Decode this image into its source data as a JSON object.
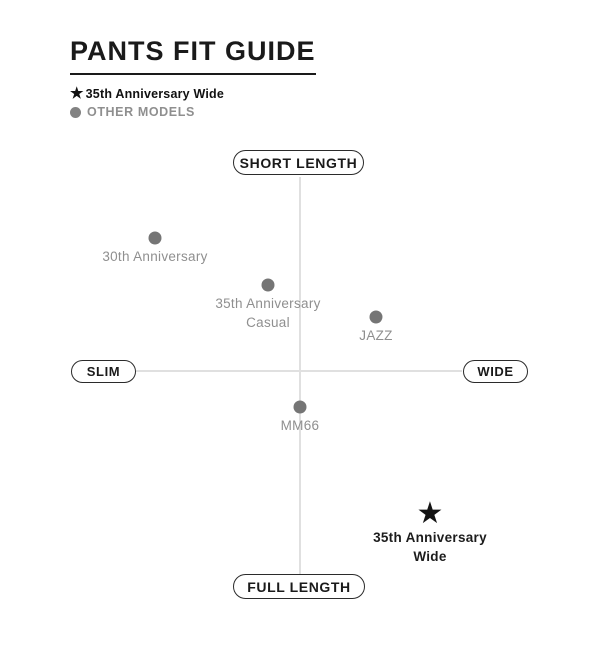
{
  "header": {
    "title": "PANTS FIT GUIDE"
  },
  "legend": {
    "star_item": {
      "icon": "star-icon",
      "label": "35th Anniversary Wide"
    },
    "dot_item": {
      "icon": "dot-icon",
      "label": "OTHER MODELS"
    }
  },
  "axes": {
    "top": "SHORT LENGTH",
    "bottom": "FULL LENGTH",
    "left": "SLIM",
    "right": "WIDE"
  },
  "colors": {
    "text_black": "#1a1a1a",
    "model_dot_gray": "#757575",
    "model_label_gray": "#8f8f8f",
    "axis_line_gray": "#e0e0e0",
    "pill_border": "#2b2b2b",
    "background": "#ffffff"
  },
  "chart_data": {
    "type": "scatter",
    "title": "PANTS FIT GUIDE",
    "x_axis": {
      "left_label": "SLIM",
      "right_label": "WIDE",
      "range": [
        -1,
        1
      ]
    },
    "y_axis": {
      "top_label": "SHORT LENGTH",
      "bottom_label": "FULL LENGTH",
      "range": [
        -1,
        1
      ]
    },
    "legend_position": "top-left",
    "grid": false,
    "legend": [
      {
        "marker": "star",
        "label": "35th Anniversary Wide"
      },
      {
        "marker": "dot",
        "label": "OTHER MODELS"
      }
    ],
    "points": [
      {
        "name": "30th Anniversary",
        "marker": "dot",
        "width_fit": -0.89,
        "length_fit": 0.69,
        "px": [
          155,
          238
        ],
        "label_lines": [
          "30th Anniversary"
        ]
      },
      {
        "name": "35th Anniversary Casual",
        "marker": "dot",
        "width_fit": -0.2,
        "length_fit": 0.44,
        "px": [
          268,
          285
        ],
        "label_lines": [
          "35th Anniversary",
          "Casual"
        ]
      },
      {
        "name": "JAZZ",
        "marker": "dot",
        "width_fit": 0.47,
        "length_fit": 0.27,
        "px": [
          376,
          317
        ],
        "label_lines": [
          "JAZZ"
        ]
      },
      {
        "name": "MM66",
        "marker": "dot",
        "width_fit": 0.0,
        "length_fit": -0.18,
        "px": [
          300,
          407
        ],
        "label_lines": [
          "MM66"
        ]
      },
      {
        "name": "35th Anniversary Wide",
        "marker": "star",
        "width_fit": 0.8,
        "length_fit": -0.74,
        "px": [
          430,
          515
        ],
        "label_lines": [
          "35th Anniversary",
          "Wide"
        ]
      }
    ]
  }
}
